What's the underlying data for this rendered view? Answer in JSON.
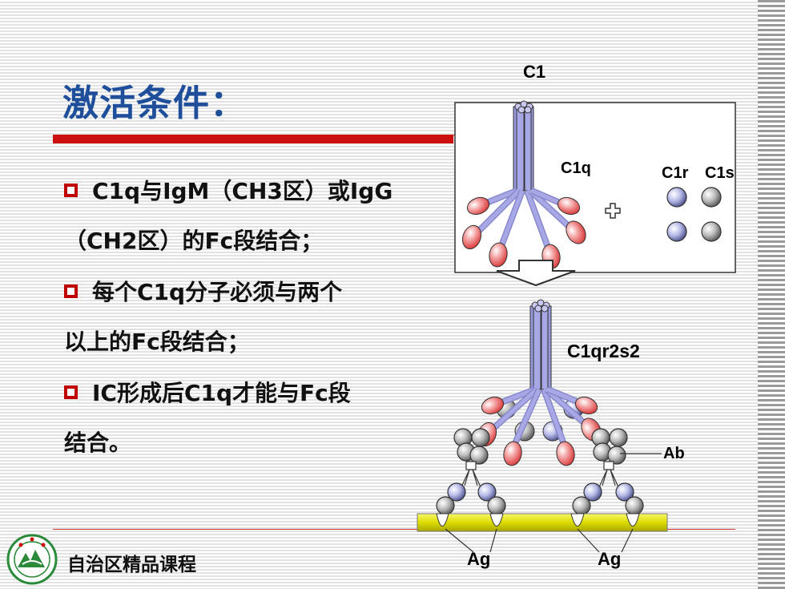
{
  "title": "激活条件：",
  "bullets": [
    {
      "line1": "C1q与IgM（CH3区）或IgG",
      "line2": "（CH2区）的Fc段结合；"
    },
    {
      "line1": "每个C1q分子必须与两个",
      "line2": "以上的Fc段结合；"
    },
    {
      "line1": "IC形成后C1q才能与Fc段",
      "line2": "结合。"
    }
  ],
  "diagram": {
    "c1_label": "C1",
    "c1q_label": "C1q",
    "c1r_label": "C1r",
    "c1s_label": "C1s",
    "complex_label": "C1qr2s2",
    "ab_label": "Ab",
    "ag_label_left": "Ag",
    "ag_label_right": "Ag"
  },
  "footer": "自治区精品课程",
  "colors": {
    "title": "#1f4e9b",
    "accent_red": "#cc1010",
    "stalk": "#9999dd",
    "head_red": "#e04848",
    "membrane": "#dddd00"
  }
}
